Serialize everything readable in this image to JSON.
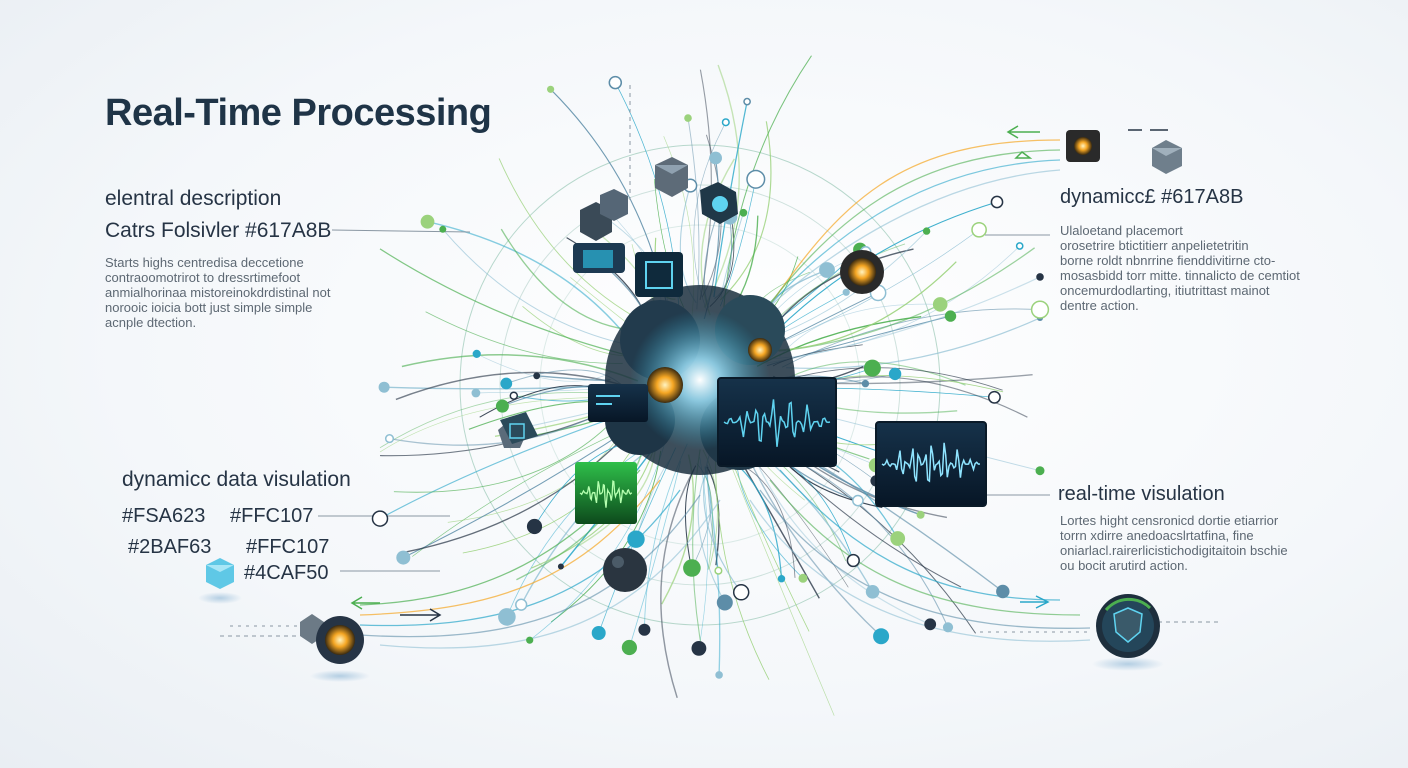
{
  "title": "Real-Time Processing",
  "left_top": {
    "heading": "elentral description",
    "subheading": "Catrs Folsivler #617A8B",
    "body": [
      "Starts highs centredisa deccetione",
      "contraoomotrirot to dressrtimefoot",
      "anmialhorinaa mistoreinokdrdistinal not",
      "norooic ioicia bott just simple simple",
      "acnple dtection."
    ]
  },
  "right_top": {
    "heading": "dynamicc£ #617A8B",
    "body": [
      "Ulaloetand placemort",
      "orosetrire btictitierr anpelietetritin",
      "borne roldt nbnrrine fienddivitirne cto-",
      "mosasbidd torr mitte. tinnalicto de cemtiot",
      "oncemurdodlarting, itiutrittast mainot",
      "dentre action."
    ]
  },
  "left_bottom": {
    "heading": "dynamicc data visulation",
    "codes": [
      "#FSA623",
      "#FFC107",
      "#2BAF63",
      "#FFC107",
      "#4CAF50"
    ]
  },
  "right_bottom": {
    "heading": "real-time visulation",
    "body": [
      "Lortes hight censronicd dortie etiarrior",
      "torrn xdirre anedoacslrtatfina, fine",
      "oniarlacl.rairerlicistichodigitaitoin bschie",
      "ou bocit arutird action."
    ]
  },
  "colors": {
    "title": "#1f3447",
    "accent_blue": "#2aa7c9",
    "accent_green": "#4caf50",
    "accent_orange": "#f5a623",
    "accent_yellow": "#ffc107",
    "dark_node": "#263445"
  },
  "icons": [
    "cube-icon",
    "gear-node-icon",
    "waveform-monitor-icon",
    "shield-node-icon",
    "arrow-icon"
  ]
}
